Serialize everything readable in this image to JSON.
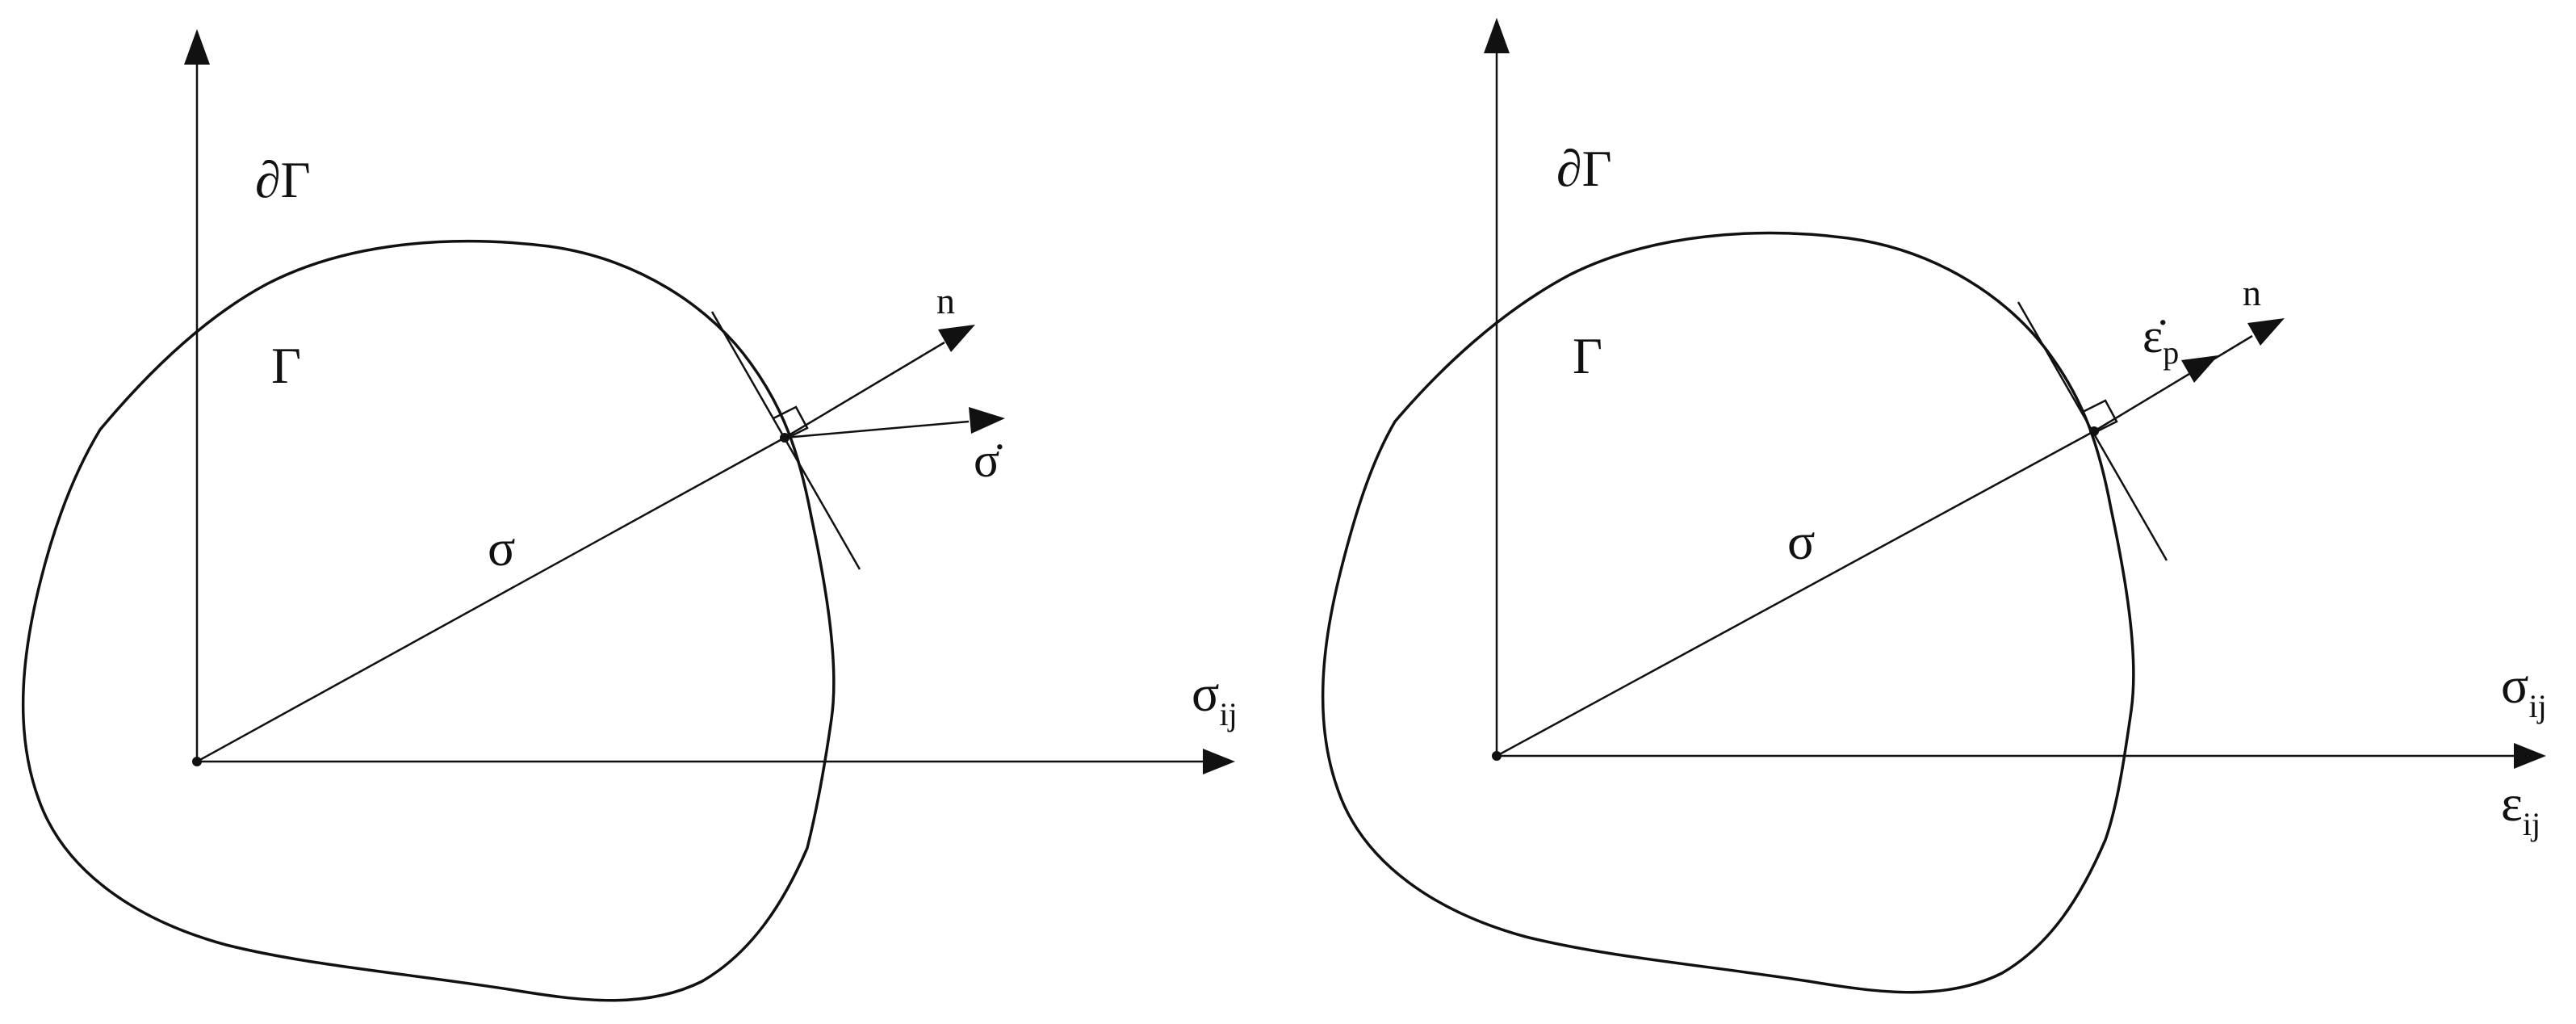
{
  "colors": {
    "background": "#ffffff",
    "ink": "#111111"
  },
  "left_panel": {
    "boundary_label": "∂Γ",
    "domain_label": "Γ",
    "stress_label": "σ",
    "normal_label": "n",
    "stress_rate_label": "σ̇",
    "axis_label_main": "σ",
    "axis_label_sub": "ij"
  },
  "right_panel": {
    "boundary_label": "∂Γ",
    "domain_label": "Γ",
    "stress_label": "σ",
    "normal_label": "n",
    "plastic_strain_main": "ε̇",
    "plastic_strain_sub": "p",
    "axis_label_main": "σ",
    "axis_label_sub": "ij",
    "axis_label2_main": "ε",
    "axis_label2_sub": "ij"
  }
}
